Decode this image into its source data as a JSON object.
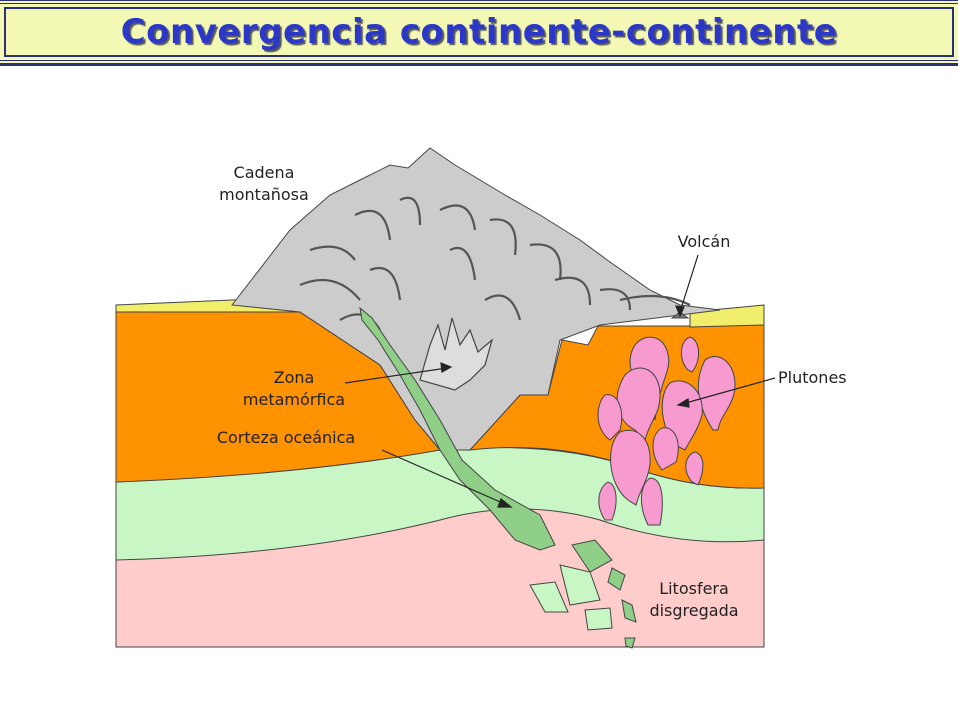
{
  "title": "Convergencia continente-continente",
  "labels": {
    "cadena_line1": "Cadena",
    "cadena_line2": "montañosa",
    "volcan": "Volcán",
    "plutones": "Plutones",
    "zona_line1": "Zona",
    "zona_line2": "metamórfica",
    "corteza": "Corteza oceánica",
    "litosfera_line1": "Litosfera",
    "litosfera_line2": "disgregada"
  },
  "colors": {
    "title_bg": "#f3f9b5",
    "title_text": "#2a37c8",
    "crust": "#ff9200",
    "mountain": "#cccccc",
    "lithosphere": "#c8f7c5",
    "mantle": "#ffcccc",
    "oceanic": "#8fcf88",
    "plutons": "#f79ad0",
    "sediment": "#f0ee6a"
  }
}
